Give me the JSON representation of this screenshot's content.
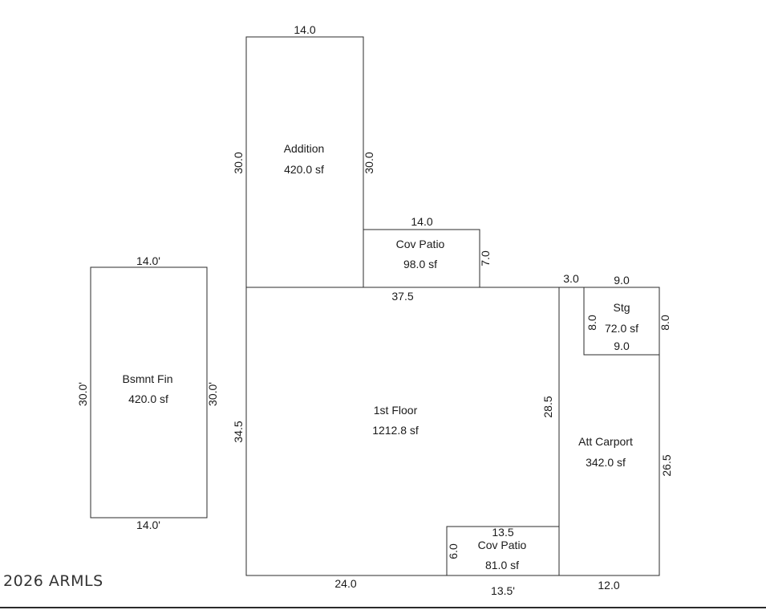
{
  "areas": {
    "addition": {
      "name": "Addition",
      "size": "420.0 sf",
      "top": "14.0",
      "left": "30.0",
      "right": "30.0"
    },
    "cov_patio_1": {
      "name": "Cov Patio",
      "size": "98.0 sf",
      "top": "14.0",
      "right": "7.0"
    },
    "first_floor": {
      "name": "1st Floor",
      "size": "1212.8 sf",
      "top": "37.5",
      "left": "34.5",
      "right": "28.5",
      "bottom": "24.0"
    },
    "stg": {
      "name": "Stg",
      "size": "72.0 sf",
      "top_left": "3.0",
      "top": "9.0",
      "left": "8.0",
      "right": "8.0",
      "bottom": "9.0"
    },
    "att_carport": {
      "name": "Att Carport",
      "size": "342.0 sf",
      "right": "26.5",
      "bottom": "12.0"
    },
    "cov_patio_2": {
      "name": "Cov Patio",
      "size": "81.0 sf",
      "top": "13.5",
      "left": "6.0",
      "bottom": "13.5'"
    },
    "bsmnt_fin": {
      "name": "Bsmnt Fin",
      "size": "420.0 sf",
      "top": "14.0'",
      "left": "30.0'",
      "right": "30.0'",
      "bottom": "14.0'"
    }
  },
  "watermark": "2026 ARMLS"
}
